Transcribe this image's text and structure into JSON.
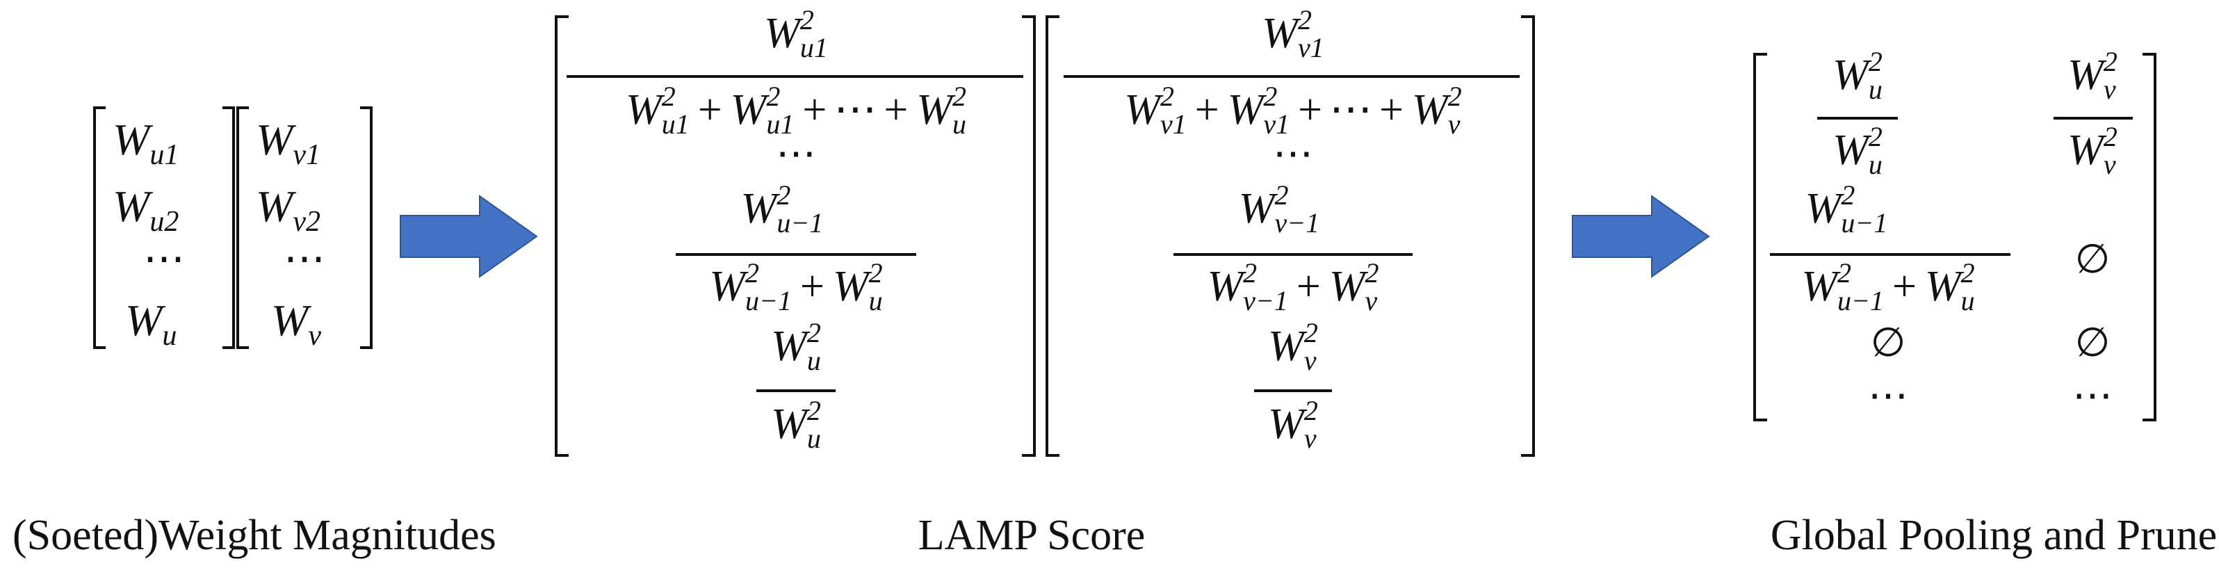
{
  "symbols": {
    "W": "W",
    "sq": "2",
    "dots": "⋯",
    "empty": "∅",
    "plus": "+",
    "sub_u1": "u1",
    "sub_u2": "u2",
    "sub_u": "u",
    "sub_u_1": "u−1",
    "sub_v1": "v1",
    "sub_v2": "v2",
    "sub_v": "v",
    "sub_v_1": "v−1"
  },
  "captions": {
    "weights": "(Soeted)Weight Magnitudes",
    "lamp": "LAMP Score",
    "prune": "Global Pooling and Prune"
  },
  "arrow_color": "#4472C4"
}
